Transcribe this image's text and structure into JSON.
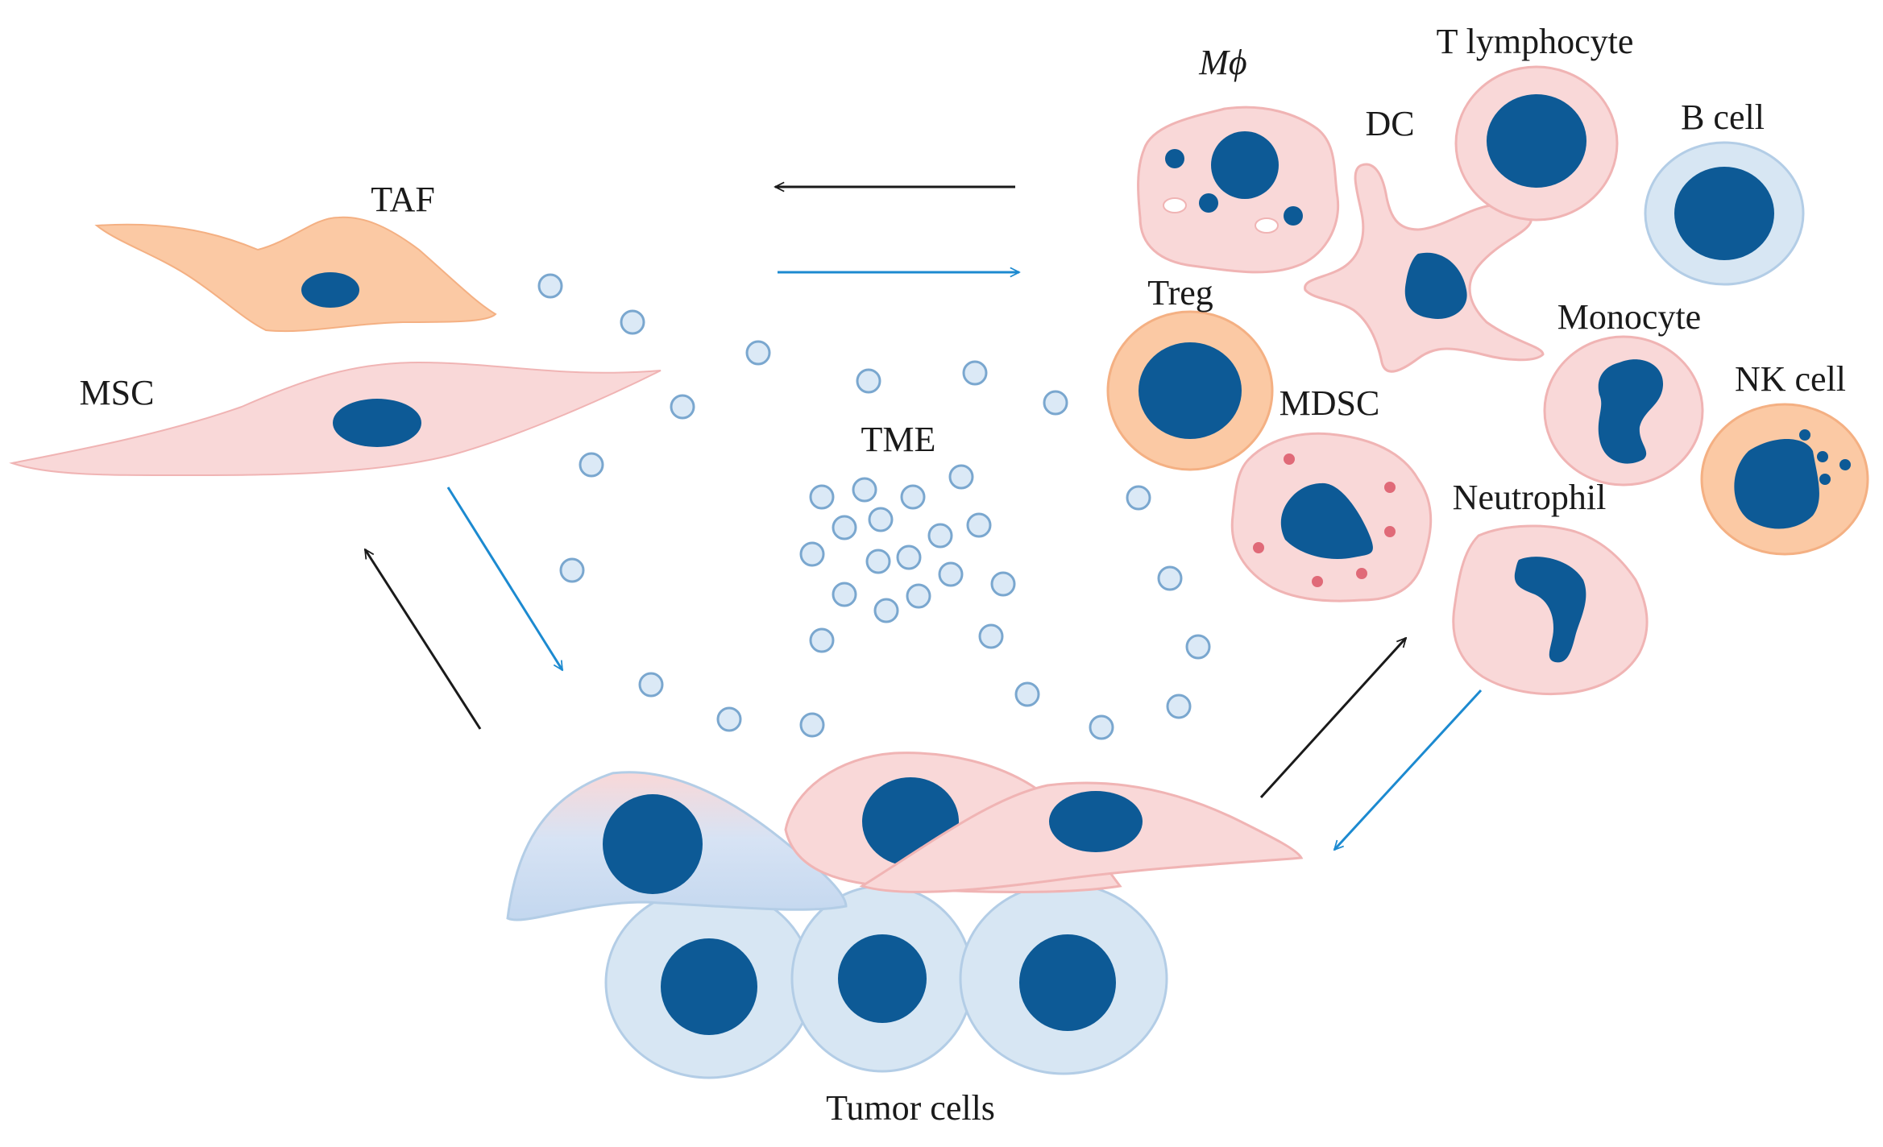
{
  "labels": {
    "taf": "TAF",
    "msc": "MSC",
    "tme": "TME",
    "tumor_cells": "Tumor cells",
    "macrophage": "Mϕ",
    "t_lymphocyte": "T lymphocyte",
    "dc": "DC",
    "b_cell": "B cell",
    "treg": "Treg",
    "monocyte": "Monocyte",
    "mdsc": "MDSC",
    "nk_cell": "NK cell",
    "neutrophil": "Neutrophil"
  },
  "colors": {
    "nucleus": "#0d5a96",
    "pink_cell": "#f9d8d8",
    "pink_outline": "#f0b4b4",
    "orange_cell": "#fbc9a4",
    "orange_outline": "#f4b083",
    "blue_cell": "#d7e6f3",
    "blue_outline": "#b3cde6",
    "dots": "#dbe9f6",
    "dots_outline": "#7aa7cf",
    "arrow_black": "#1a1a1a",
    "arrow_blue": "#1c8ad0",
    "granule_red": "#e06a78"
  },
  "legend": {}
}
